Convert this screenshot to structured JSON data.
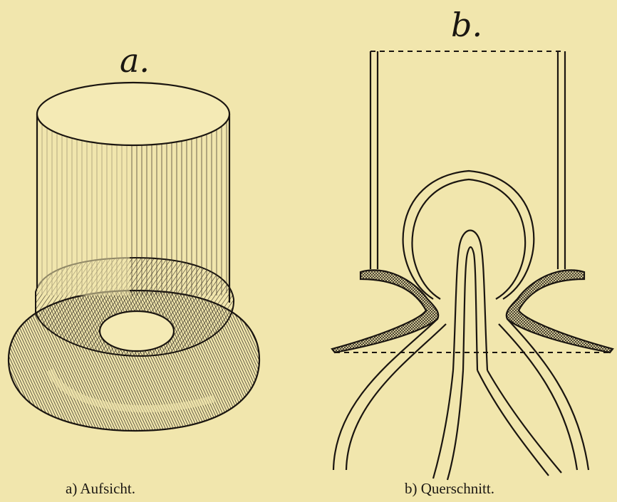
{
  "figure": {
    "label_a": "a.",
    "label_b": "b.",
    "caption_a": "a) Aufsicht.",
    "caption_b": "b) Querschnitt."
  },
  "colors": {
    "paper": "#f1e6ad",
    "ink": "#1b1712"
  }
}
